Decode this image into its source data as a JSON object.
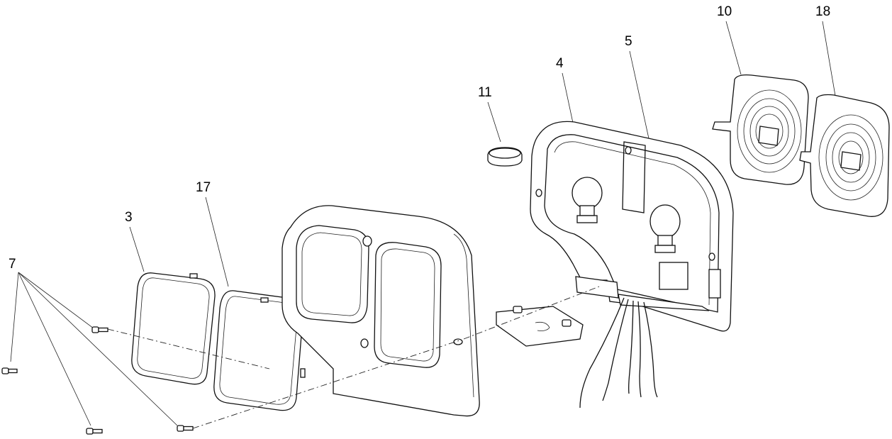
{
  "callouts": {
    "c7": "7",
    "c3": "3",
    "c17": "17",
    "c11": "11",
    "c4": "4",
    "c5": "5",
    "c10": "10",
    "c18": "18"
  }
}
